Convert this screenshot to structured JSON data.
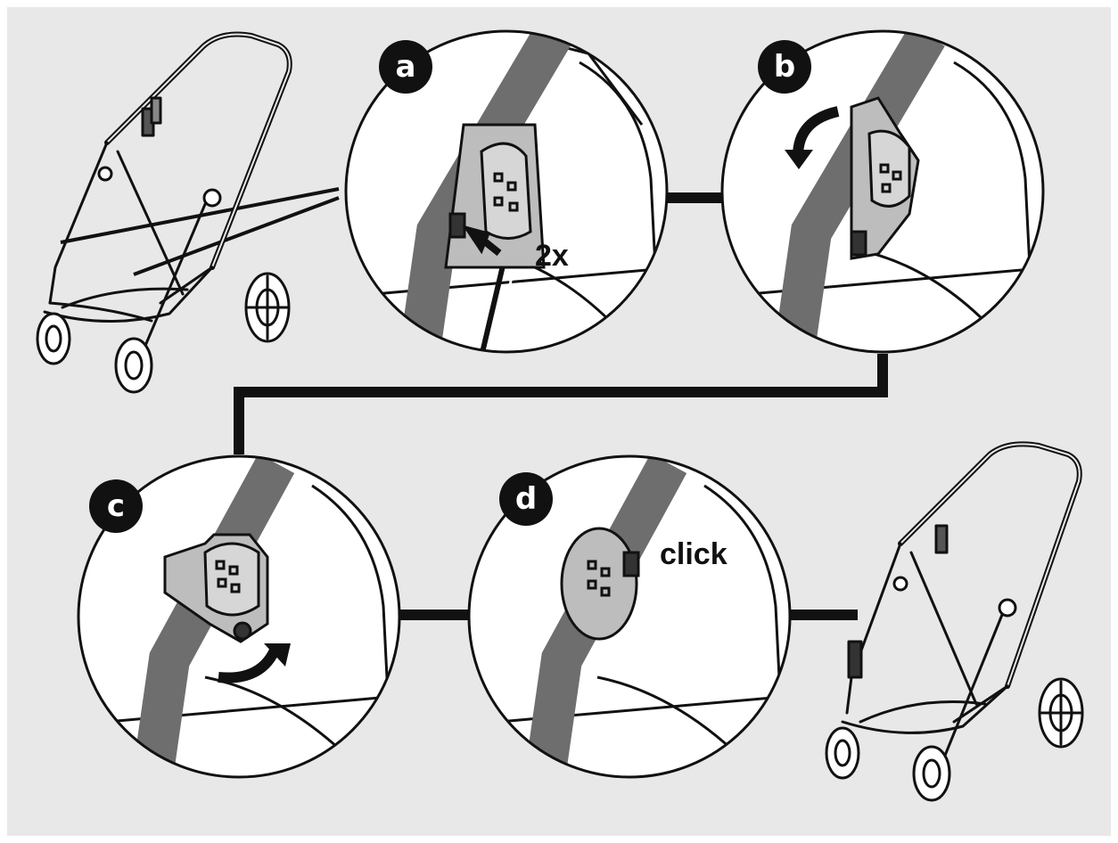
{
  "steps": [
    {
      "letter": "a",
      "annotation": "2x"
    },
    {
      "letter": "b",
      "annotation": ""
    },
    {
      "letter": "c",
      "annotation": ""
    },
    {
      "letter": "d",
      "annotation": "click"
    }
  ],
  "colors": {
    "panel": "#e8e8e8",
    "ink": "#111111",
    "tube_dark": "#6e6e6e",
    "tube_light": "#a9a9a9",
    "lock_body": "#bdbdbd",
    "connector": "#111111"
  }
}
